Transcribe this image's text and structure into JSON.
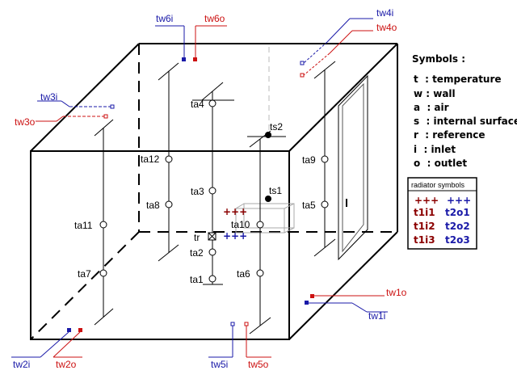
{
  "sensors": {
    "ta1": "ta1",
    "ta2": "ta2",
    "ta3": "ta3",
    "ta4": "ta4",
    "ta5": "ta5",
    "ta6": "ta6",
    "ta7": "ta7",
    "ta8": "ta8",
    "ta9": "ta9",
    "ta10": "ta10",
    "ta11": "ta11",
    "ta12": "ta12",
    "ts1": "ts1",
    "ts2": "ts2",
    "tr": "tr"
  },
  "walls": {
    "tw1i": "tw1i",
    "tw1o": "tw1o",
    "tw2i": "tw2i",
    "tw2o": "tw2o",
    "tw3i": "tw3i",
    "tw3o": "tw3o",
    "tw4i": "tw4i",
    "tw4o": "tw4o",
    "tw5i": "tw5i",
    "tw5o": "tw5o",
    "tw6i": "tw6i",
    "tw6o": "tw6o"
  },
  "markers": {
    "plus_red": "+++",
    "plus_blue": "+++"
  },
  "legend": {
    "title": "Symbols :",
    "items": [
      "t  : temperature",
      "w : wall",
      "a  : air",
      "s  : internal surface",
      "r  : reference",
      "i  : inlet",
      "o  : outlet"
    ]
  },
  "radiator": {
    "title": "radiator symbols",
    "col1_head": "+++",
    "col2_head": "+++",
    "col1": [
      "t1i1",
      "t1i2",
      "t1i3"
    ],
    "col2": [
      "t2o1",
      "t2o2",
      "t2o3"
    ]
  },
  "colors": {
    "inlet": "#1a1aa8",
    "outlet": "#cc1111",
    "dark_red": "#8b0000",
    "dark_blue": "#1a1aa8"
  }
}
